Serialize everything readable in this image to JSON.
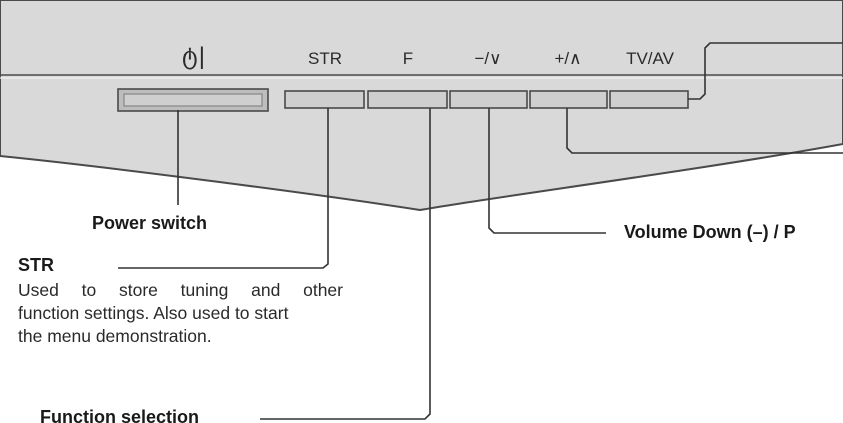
{
  "panel": {
    "colors": {
      "panel_fill": "#d9d9d9",
      "panel_edge": "#4a4a4a",
      "button_fill": "#cfcfcf",
      "power_fill": "#bdbdbd",
      "line": "#333333"
    },
    "power_symbol": "ტ|",
    "buttons": [
      {
        "id": "str",
        "label": "STR"
      },
      {
        "id": "f",
        "label": "F"
      },
      {
        "id": "minus",
        "label": "−/∨"
      },
      {
        "id": "plus",
        "label": "+/∧"
      },
      {
        "id": "tvav",
        "label": "TV/AV"
      }
    ]
  },
  "callouts": {
    "power": {
      "title": "Power switch"
    },
    "str": {
      "title": "STR",
      "desc_lines": [
        "Used to store tuning and other",
        "function settings. Also used to start",
        "the menu demonstration."
      ]
    },
    "function": {
      "title": "Function selection"
    },
    "volume": {
      "title": "Volume Down (–) / P"
    }
  }
}
